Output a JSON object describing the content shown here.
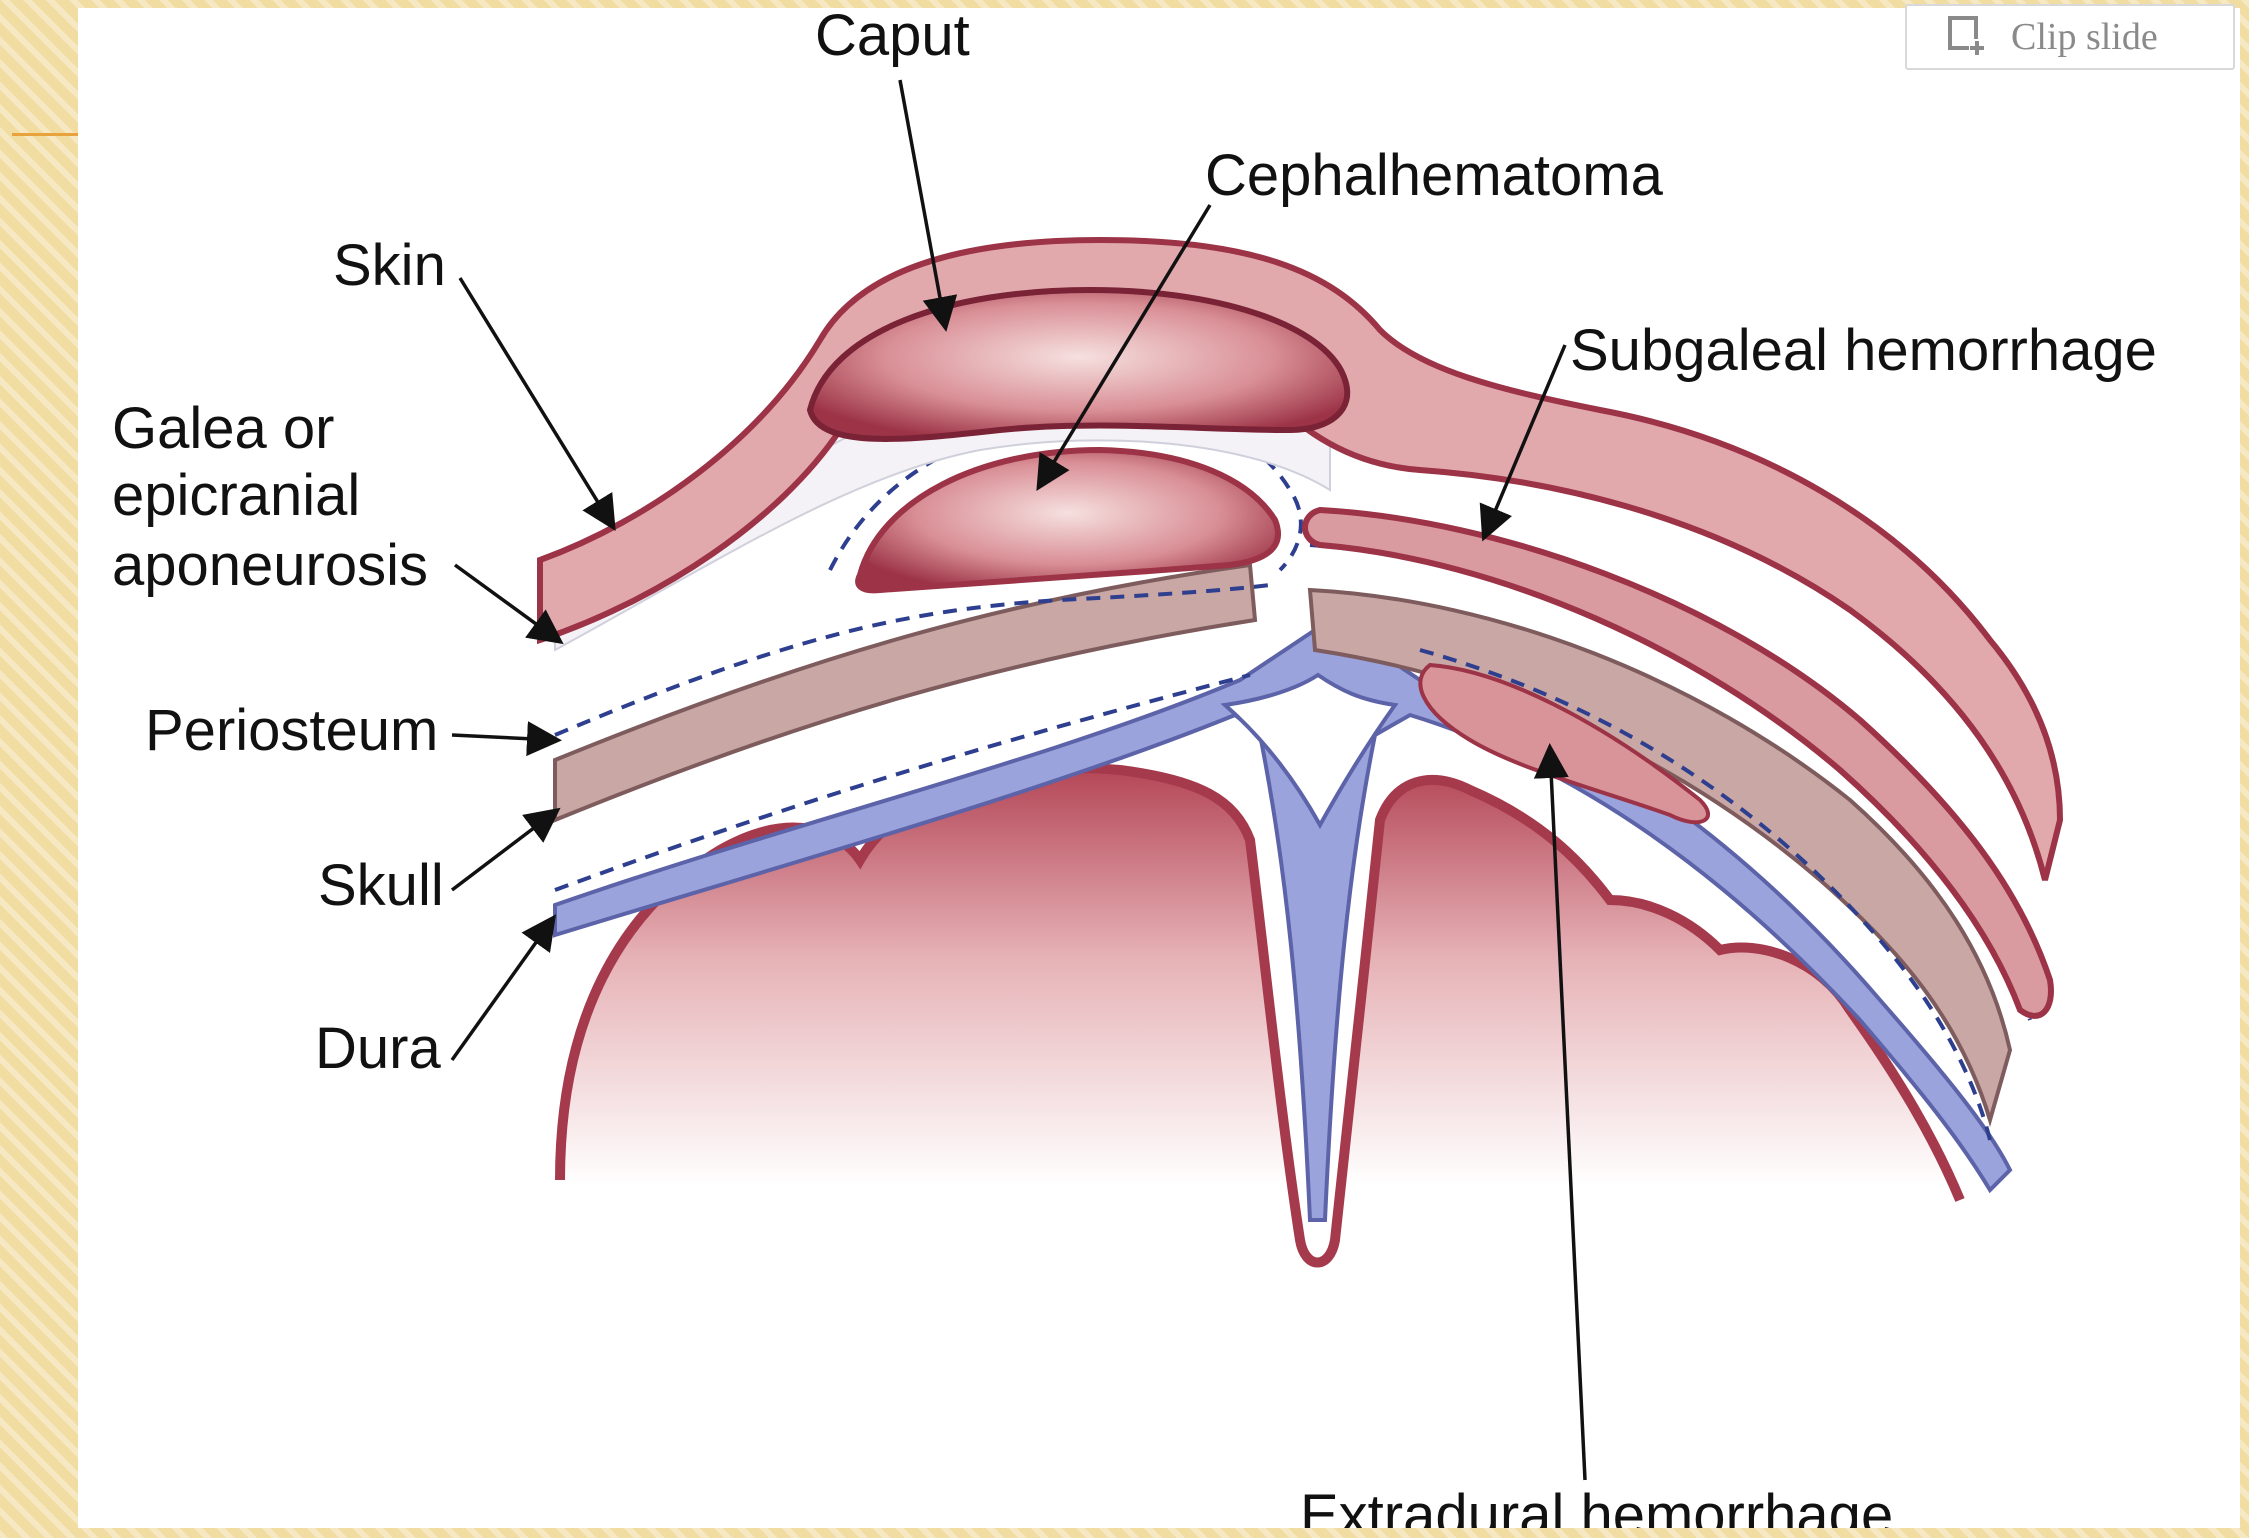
{
  "slide": {
    "clip_button_label": "Clip slide",
    "clip_icon": "clip-icon"
  },
  "diagram": {
    "labels": {
      "caput": "Caput",
      "cephalhematoma": "Cephalhematoma",
      "skin": "Skin",
      "subgaleal": "Subgaleal hemorrhage",
      "galea_line1": "Galea or",
      "galea_line2": "epicranial",
      "galea_line3": "aponeurosis",
      "periosteum": "Periosteum",
      "skull": "Skull",
      "dura": "Dura",
      "extradural": "Extradural hemorrhage"
    }
  },
  "colors": {
    "background": "#f1dca1",
    "accent": "#e8a33d",
    "tissue": "#b34a5a",
    "tissue_light": "#e2a9ad",
    "bone": "#c9a7a5",
    "dura": "#9aa3dc",
    "dashed": "#2e3f8f"
  }
}
